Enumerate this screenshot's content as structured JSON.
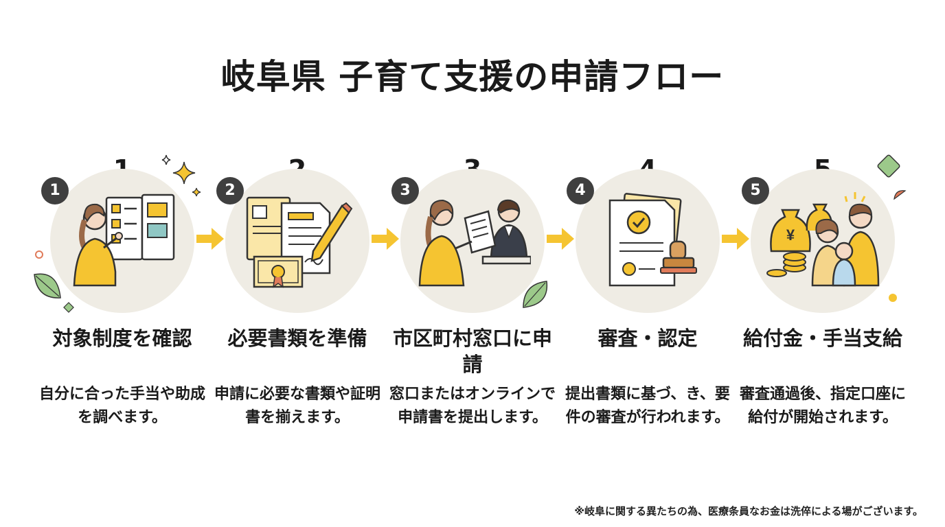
{
  "title": "岐阜県 子育て支援の申請フロー",
  "steps": [
    {
      "number": "1",
      "badge": "1",
      "title": "対象制度を確認",
      "description": "自分に合った手当や助成を調べます。"
    },
    {
      "number": "2",
      "badge": "2",
      "title": "必要書類を準備",
      "description": "申請に必要な書類や証明書を揃えます。"
    },
    {
      "number": "3",
      "badge": "3",
      "title": "市区町村窓口に申請",
      "description": "窓口またはオンラインで申請書を提出します。"
    },
    {
      "number": "4",
      "badge": "4",
      "title": "審査・認定",
      "description": "提出書類に基づ、き、要件の審査が行われます。"
    },
    {
      "number": "5",
      "badge": "5",
      "title": "給付金・手当支給",
      "description": "審査通過後、指定口座に給付が開始されます。"
    }
  ],
  "footnote": "※岐阜に関する異たちの為、医療条員なお金は洗倅による場がございます。",
  "colors": {
    "accent": "#f5c431",
    "circle": "#efece4",
    "badge": "#3f3f3f",
    "leaf": "#9cc98a"
  }
}
